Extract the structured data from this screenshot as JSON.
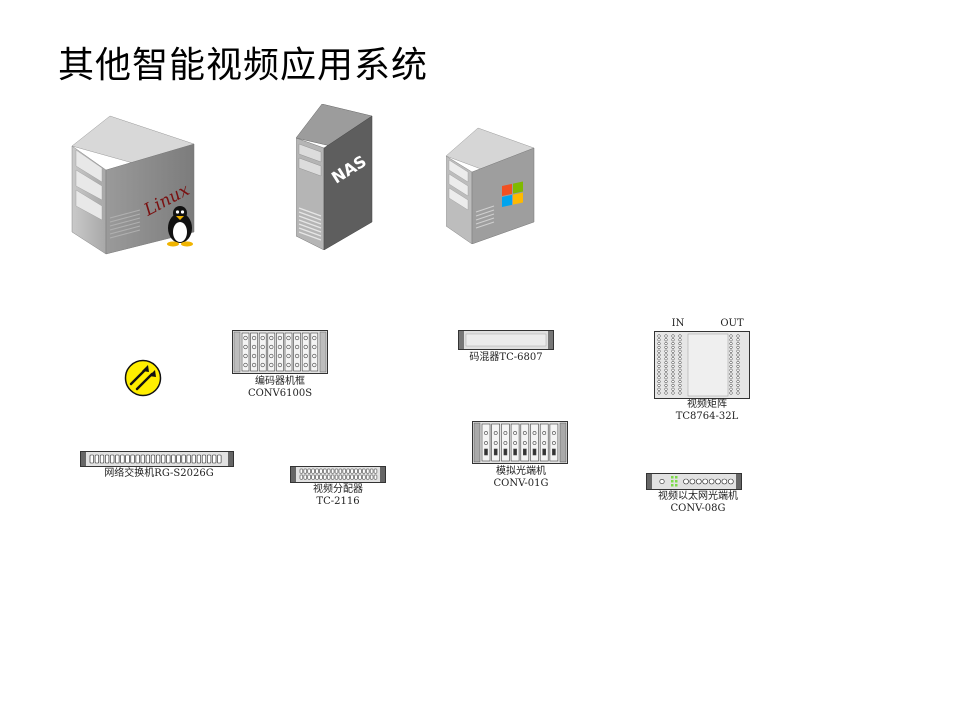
{
  "title": "其他智能视频应用系统",
  "servers": {
    "linux_text": "Linux",
    "nas_text": "NAS"
  },
  "devices": {
    "encoder_rack": {
      "name": "编码器机框",
      "model": "CONV6100S"
    },
    "muxer": {
      "name": "码混器TC-6807"
    },
    "video_matrix": {
      "in_label": "IN",
      "out_label": "OUT",
      "name": "视频矩阵",
      "model": "TC8764-32L"
    },
    "switch": {
      "name": "网络交换机RG-S2026G"
    },
    "distributor": {
      "name": "视频分配器",
      "model": "TC-2116"
    },
    "analog_optical": {
      "name": "模拟光端机",
      "model": "CONV-01G"
    },
    "ethernet_optical": {
      "name": "视频以太网光端机",
      "model": "CONV-08G"
    }
  }
}
